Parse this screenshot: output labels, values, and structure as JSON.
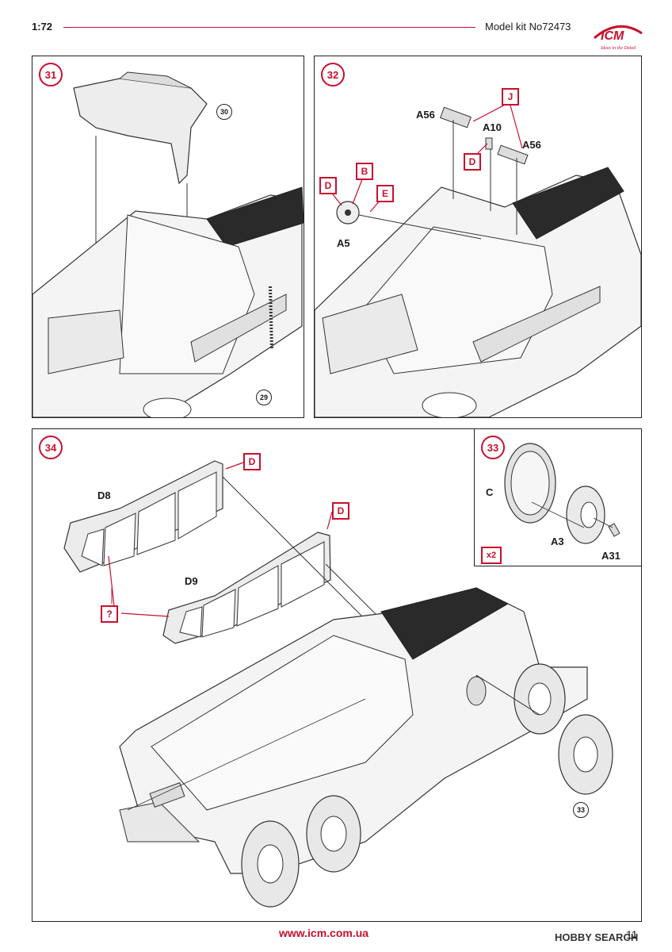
{
  "header": {
    "scale": "1:72",
    "kit": "Model kit No72473",
    "logo_text": "ICM",
    "logo_tagline": "Ideas in the Detail"
  },
  "steps": {
    "s31": {
      "number": "31",
      "refs": [
        "30",
        "29"
      ]
    },
    "s32": {
      "number": "32",
      "boxes": [
        "J",
        "B",
        "D",
        "E",
        "D"
      ],
      "parts": [
        "A56",
        "A10",
        "A56",
        "A5"
      ]
    },
    "s34": {
      "number": "34",
      "boxes": [
        "D",
        "D",
        "?"
      ],
      "parts": [
        "D8",
        "D9"
      ],
      "ref": "33"
    },
    "s33": {
      "number": "33",
      "parts": [
        "C",
        "A3",
        "A31"
      ],
      "multiplier": "x2"
    }
  },
  "footer": {
    "url": "www.icm.com.ua",
    "page": "11",
    "watermark": "HOBBY SEARCH"
  },
  "colors": {
    "accent": "#c8102e",
    "line": "#222222"
  }
}
